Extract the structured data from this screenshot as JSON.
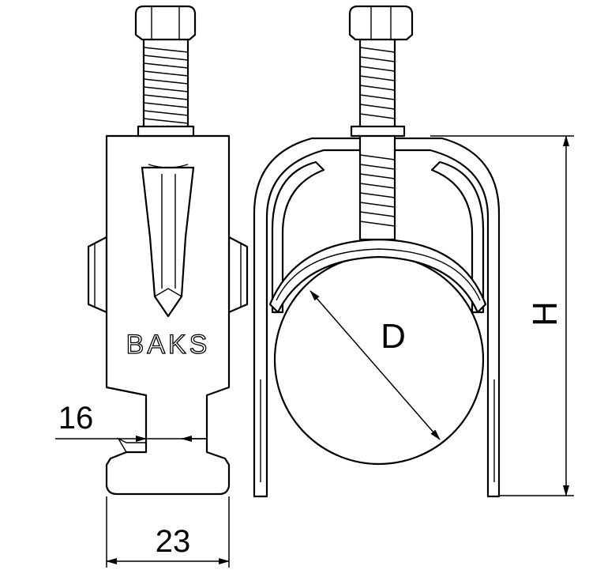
{
  "drawing": {
    "brand_marking": "BAKS",
    "dimensions": {
      "slot_width": "16",
      "base_width": "23",
      "pipe_diameter": "D",
      "height": "H"
    }
  }
}
